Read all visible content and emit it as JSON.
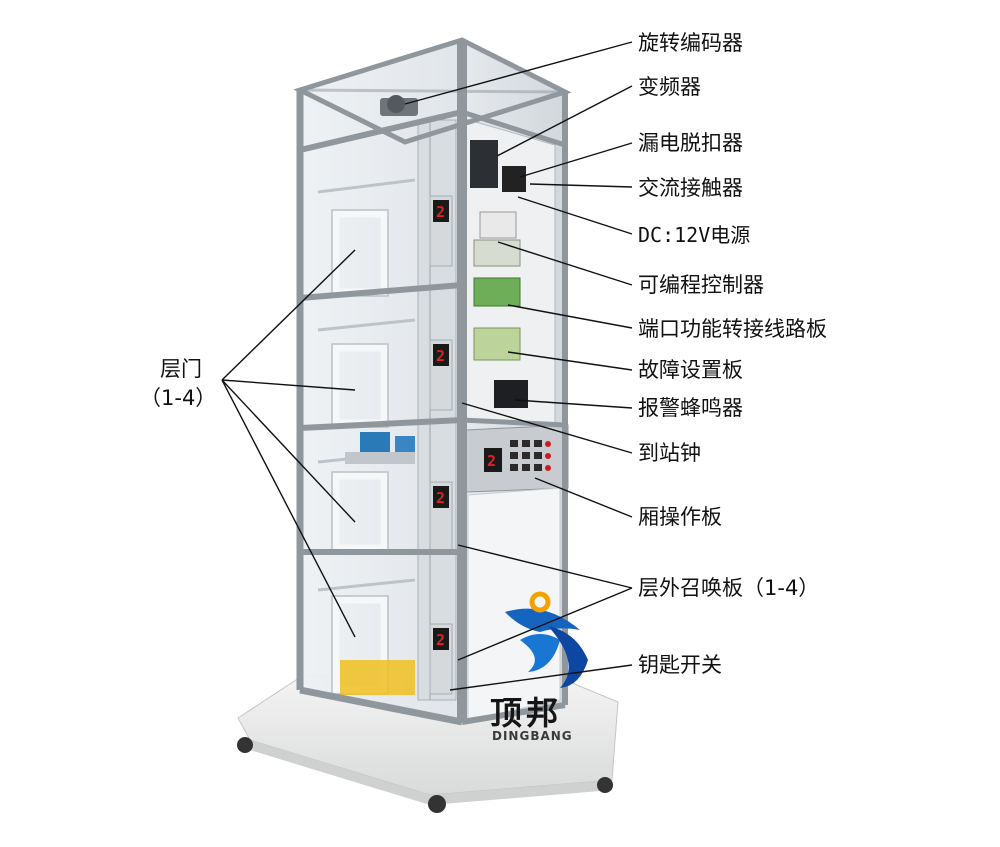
{
  "labels": {
    "rotary_encoder": "旋转编码器",
    "inverter": "变频器",
    "leakage_breaker": "漏电脱扣器",
    "ac_contactor": "交流接触器",
    "dc_power": "DC:12V电源",
    "plc": "可编程控制器",
    "port_board": "端口功能转接线路板",
    "fault_board": "故障设置板",
    "alarm_buzzer": "报警蜂鸣器",
    "arrival_bell": "到站钟",
    "car_panel": "厢操作板",
    "hall_call_panel": "层外召唤板（1-4）",
    "key_switch": "钥匙开关",
    "landing_door": "层门",
    "landing_door_range": "（1-4）"
  },
  "floor_display": [
    "2",
    "2",
    "2",
    "2"
  ],
  "car_display": "2",
  "brand": {
    "name_cn": "顶邦",
    "name_en": "DINGBANG"
  },
  "colors": {
    "frame": "#8f969c",
    "glass": "#e6eaee",
    "base": "#e9eaea",
    "led": "#d21818",
    "logo_blue": "#1565c0",
    "logo_orange": "#f5a200"
  }
}
